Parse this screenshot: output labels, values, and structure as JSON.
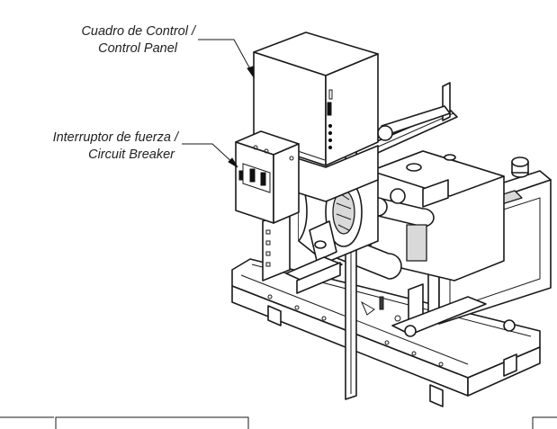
{
  "labels": {
    "control_panel_es": "Cuadro de Control /",
    "control_panel_en": "Control Panel",
    "circuit_breaker_es": "Interruptor de fuerza /",
    "circuit_breaker_en": "Circuit Breaker"
  }
}
